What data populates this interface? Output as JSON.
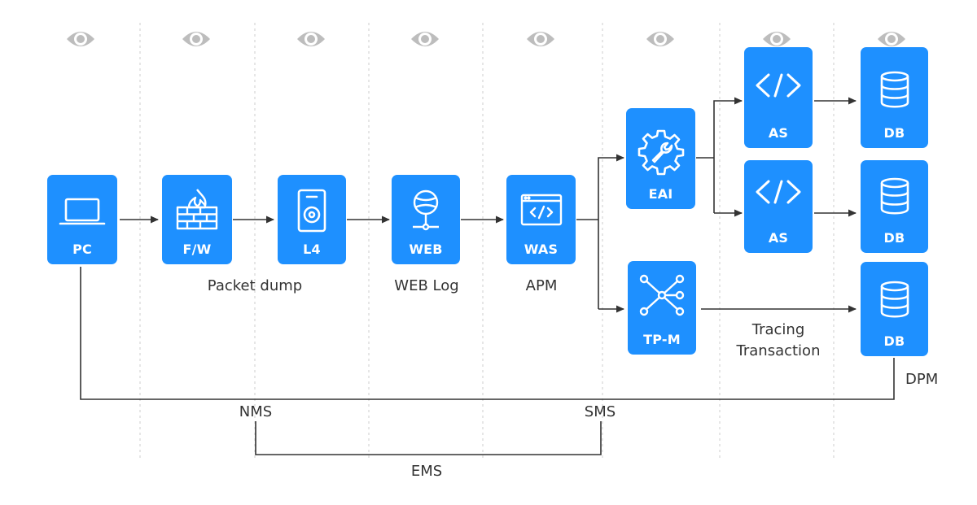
{
  "nodes": {
    "pc": "PC",
    "fw": "F/W",
    "l4": "L4",
    "web": "WEB",
    "was": "WAS",
    "eai": "EAI",
    "tpm": "TP-M",
    "as1": "AS",
    "as2": "AS",
    "db1": "DB",
    "db2": "DB",
    "db3": "DB"
  },
  "labels": {
    "packet_dump": "Packet dump",
    "web_log": "WEB Log",
    "apm": "APM",
    "tracing": "Tracing",
    "transaction": "Transaction",
    "dpm": "DPM",
    "nms": "NMS",
    "sms": "SMS",
    "ems": "EMS"
  },
  "colors": {
    "node": "#1e90ff",
    "eye": "#bdbdbd",
    "line": "#333333",
    "divider": "#cccccc"
  },
  "icons": [
    "eye-icon",
    "laptop-icon",
    "firewall-icon",
    "speaker-icon",
    "globe-network-icon",
    "code-window-icon",
    "gear-wrench-icon",
    "network-hub-icon",
    "code-brackets-icon",
    "database-icon"
  ]
}
